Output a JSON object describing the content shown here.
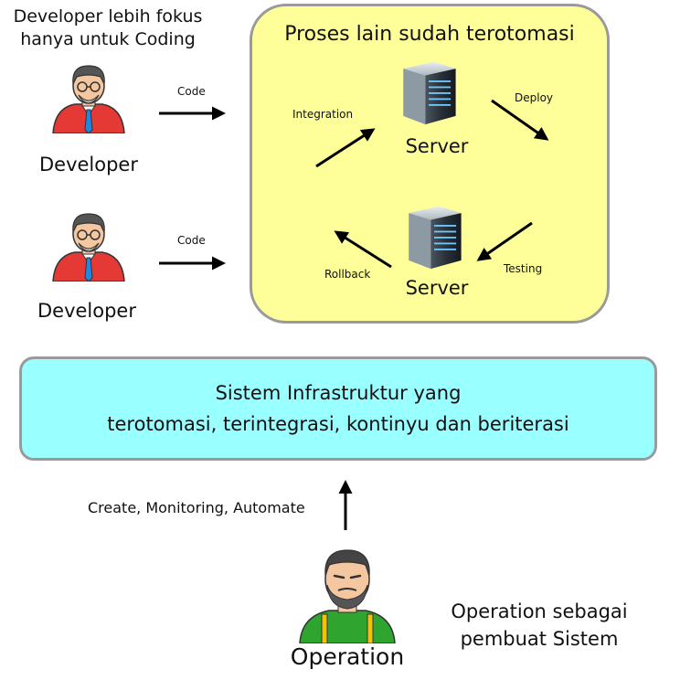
{
  "developer_caption": {
    "line1": "Developer lebih fokus",
    "line2": "hanya untuk Coding"
  },
  "developers": [
    {
      "label": "Developer",
      "arrow_label": "Code"
    },
    {
      "label": "Developer",
      "arrow_label": "Code"
    }
  ],
  "automation": {
    "title": "Proses lain sudah terotomasi",
    "servers": [
      {
        "label": "Server"
      },
      {
        "label": "Server"
      }
    ],
    "arrows": {
      "integration": "Integration",
      "deploy": "Deploy",
      "testing": "Testing",
      "rollback": "Rollback"
    }
  },
  "infrastructure": {
    "line1": "Sistem Infrastruktur yang",
    "line2": "terotomasi, terintegrasi, kontinyu dan beriterasi"
  },
  "operation": {
    "arrow_label": "Create, Monitoring, Automate",
    "caption_line1": "Operation sebagai",
    "caption_line2": "pembuat Sistem",
    "label": "Operation"
  },
  "colors": {
    "panel_fill": "#ffff99",
    "infra_fill": "#99ffff",
    "border": "#9a9a9a",
    "developer_shirt": "#e53935",
    "developer_tie": "#1e88e5",
    "operation_shirt": "#2fa52f",
    "operation_suspender": "#f2c300"
  },
  "icons": [
    "developer-icon",
    "server-icon",
    "operation-icon"
  ]
}
